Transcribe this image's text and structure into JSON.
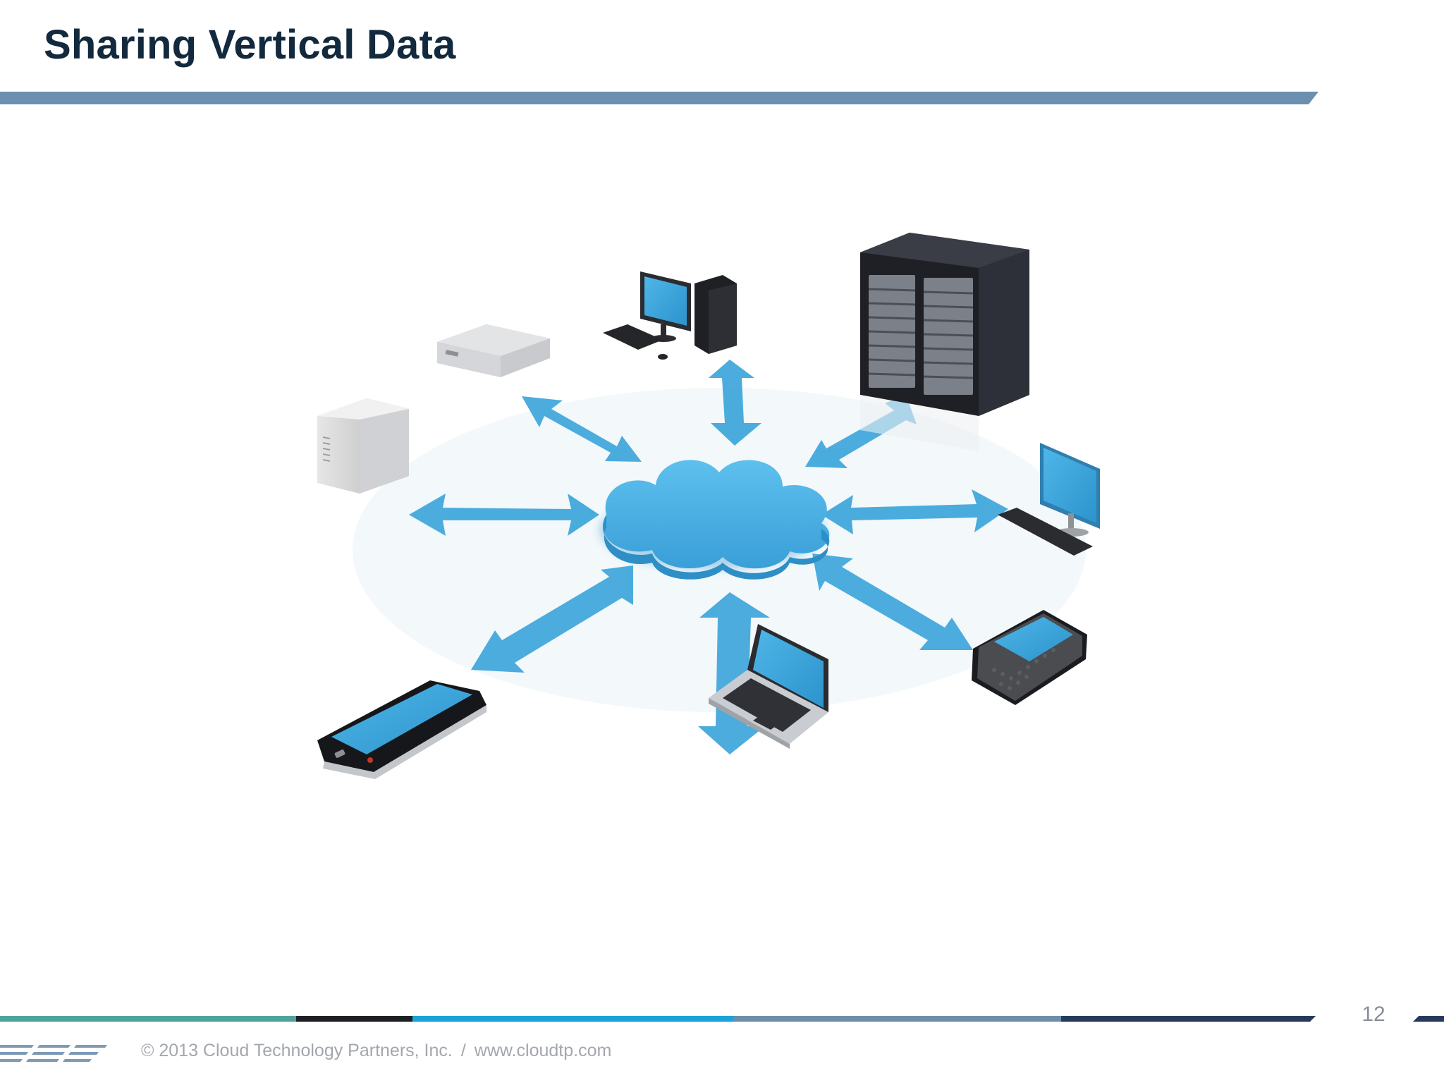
{
  "slide": {
    "title": "Sharing Vertical Data",
    "page_number": "12"
  },
  "footer": {
    "copyright": "© 2013 Cloud Technology Partners, Inc.",
    "separator": "/",
    "website": "www.cloudtp.com"
  },
  "colors": {
    "title": "#13293d",
    "rule": "#6b8fae",
    "arrow": "#42a8dc",
    "cloud": "#46b0e4",
    "footer_teal": "#4fa39d",
    "footer_black": "#1e1f22",
    "footer_cyan": "#1aa3d8",
    "footer_steel": "#6e8ea8",
    "footer_navy": "#253a5c"
  },
  "illustration": {
    "center": "cloud-icon",
    "devices": [
      "desktop-computer-icon",
      "server-rack-icon",
      "monitor-keyboard-icon",
      "smartphone-qwerty-icon",
      "laptop-icon",
      "touchscreen-phone-icon",
      "tower-server-icon",
      "storage-drive-icon"
    ]
  }
}
